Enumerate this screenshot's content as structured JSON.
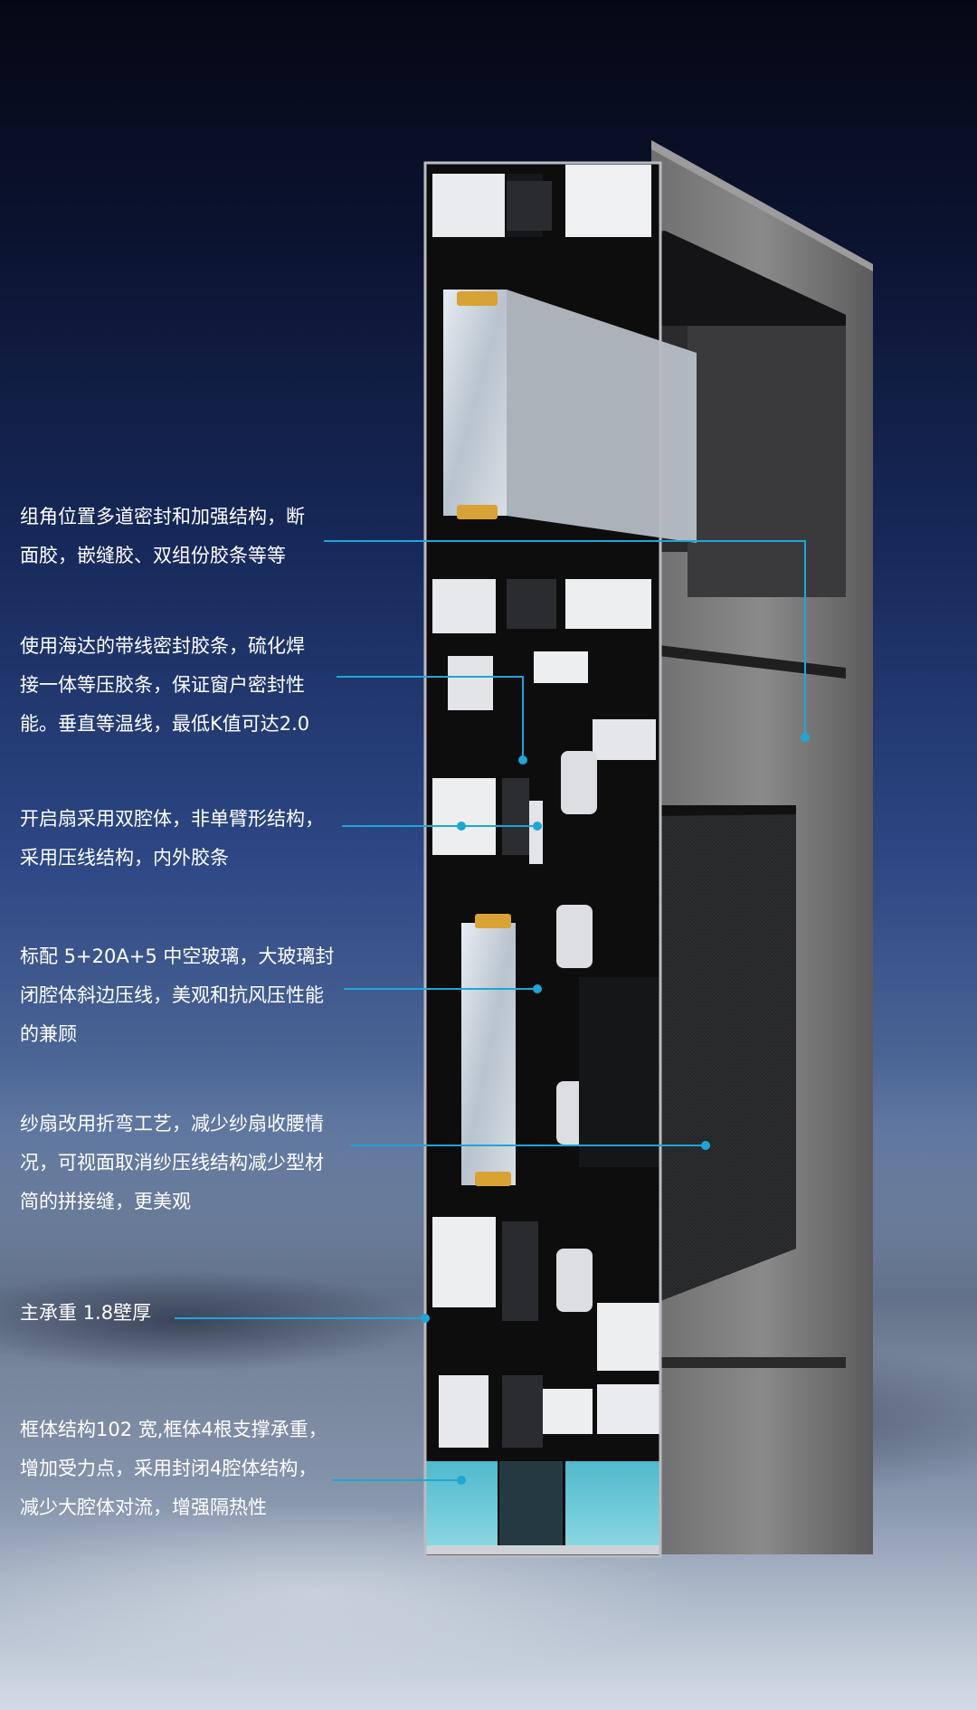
{
  "callouts": [
    "组角位置多道密封和加强结构，断\n面胶，嵌缝胶、双组份胶条等等",
    "使用海达的带线密封胶条，硫化焊\n接一体等压胶条，保证窗户密封性\n能。垂直等温线，最低K值可达2.0",
    "开启扇采用双腔体，非单臂形结构，\n采用压线结构，内外胶条",
    "标配 5+20A+5 中空玻璃，大玻璃封\n闭腔体斜边压线，美观和抗风压性能\n的兼顾",
    "纱扇改用折弯工艺，减少纱扇收腰情\n况，可视面取消纱压线结构减少型材\n简的拼接缝，更美观",
    "主承重 1.8壁厚",
    "框体结构102 宽,框体4根支撑承重，\n增加受力点，采用封闭4腔体结构，\n减少大腔体对流，增强隔热性"
  ],
  "colors": {
    "leader": "#1ea6d8",
    "text": "#ffffff",
    "frame": "#7b7b7b",
    "thermal_break": "#5ec3d3"
  },
  "image": {
    "subject": "aluminium window profile cross-section over sea background"
  }
}
